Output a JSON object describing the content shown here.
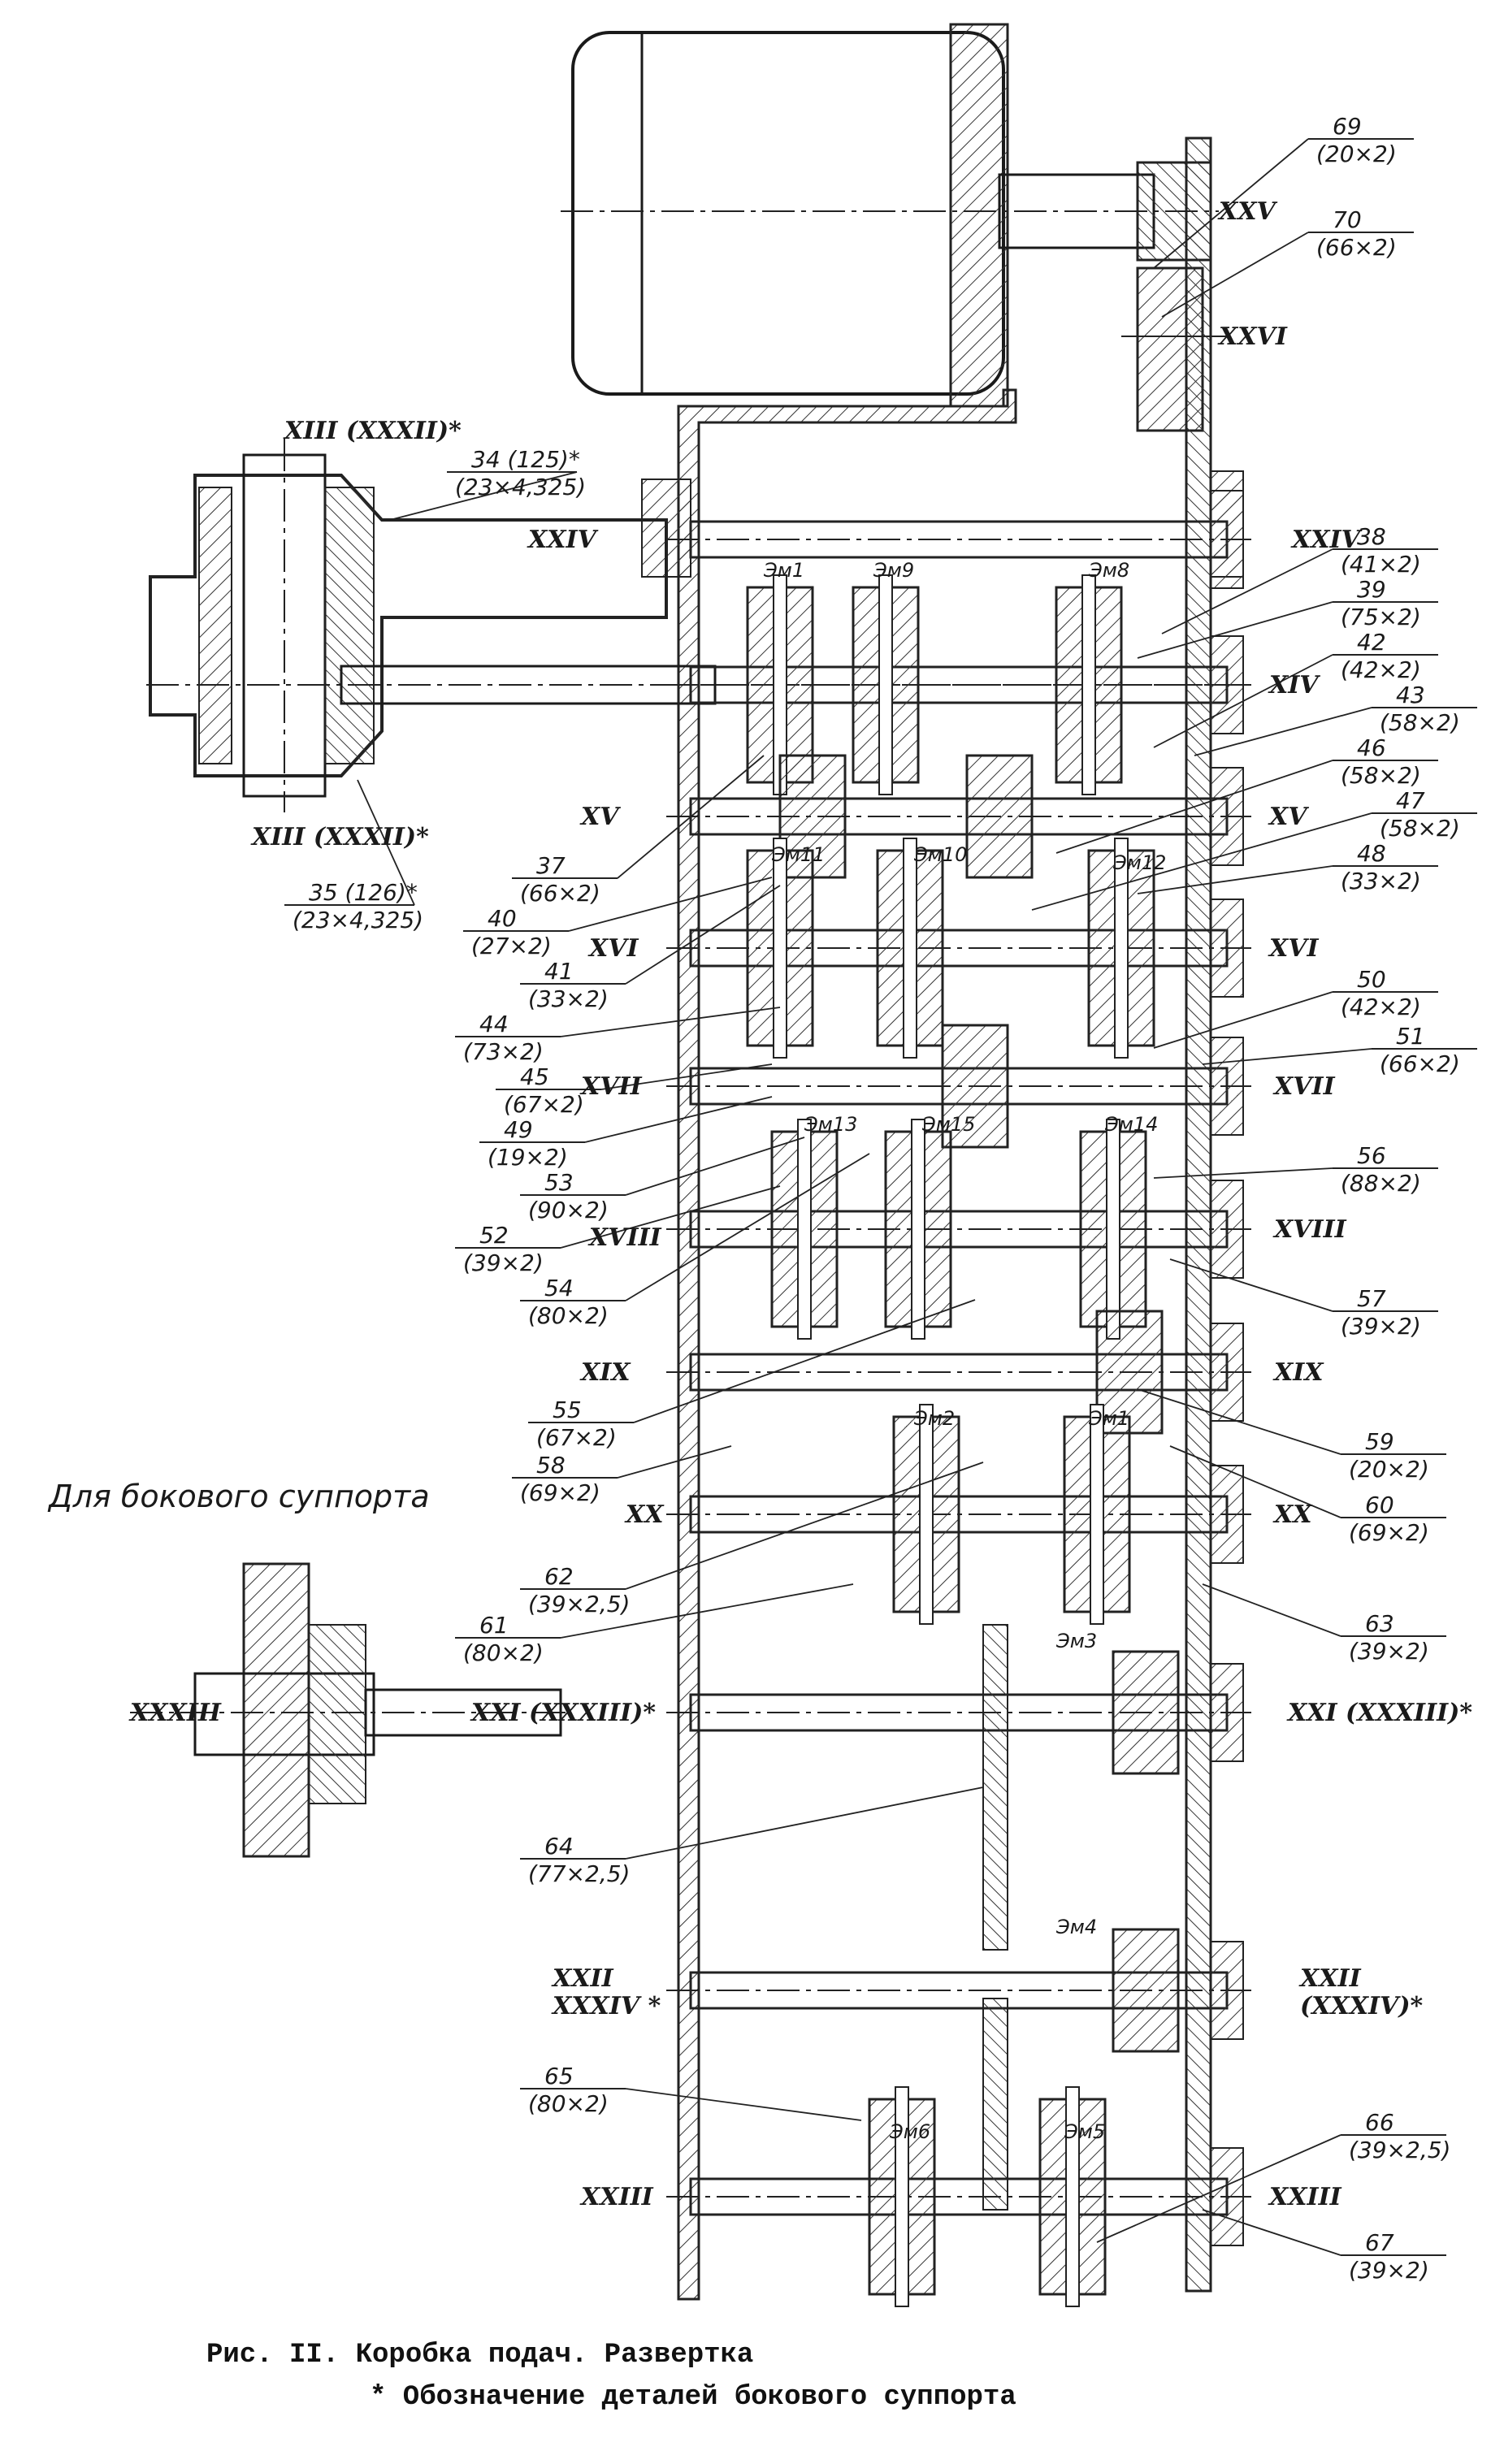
{
  "figure": {
    "caption_line1": "Рис. II. Коробка подач. Развертка",
    "caption_line2": "* Обозначение деталей бокового суппорта",
    "side_note": "Для бокового суппорта"
  },
  "callouts": [
    {
      "id": "69",
      "spec": "(20×2)"
    },
    {
      "id": "70",
      "spec": "(66×2)"
    },
    {
      "id": "38",
      "spec": "(41×2)"
    },
    {
      "id": "39",
      "spec": "(75×2)"
    },
    {
      "id": "42",
      "spec": "(42×2)"
    },
    {
      "id": "43",
      "spec": "(58×2)"
    },
    {
      "id": "46",
      "spec": "(58×2)"
    },
    {
      "id": "47",
      "spec": "(58×2)"
    },
    {
      "id": "48",
      "spec": "(33×2)"
    },
    {
      "id": "50",
      "spec": "(42×2)"
    },
    {
      "id": "51",
      "spec": "(66×2)"
    },
    {
      "id": "56",
      "spec": "(88×2)"
    },
    {
      "id": "57",
      "spec": "(39×2)"
    },
    {
      "id": "59",
      "spec": "(20×2)"
    },
    {
      "id": "60",
      "spec": "(69×2)"
    },
    {
      "id": "63",
      "spec": "(39×2)"
    },
    {
      "id": "66",
      "spec": "(39×2,5)"
    },
    {
      "id": "67",
      "spec": "(39×2)"
    },
    {
      "id": "34 (125)*",
      "spec": "(23×4,325)"
    },
    {
      "id": "35 (126)*",
      "spec": "(23×4,325)"
    },
    {
      "id": "37",
      "spec": "(66×2)"
    },
    {
      "id": "40",
      "spec": "(27×2)"
    },
    {
      "id": "41",
      "spec": "(33×2)"
    },
    {
      "id": "44",
      "spec": "(73×2)"
    },
    {
      "id": "45",
      "spec": "(67×2)"
    },
    {
      "id": "49",
      "spec": "(19×2)"
    },
    {
      "id": "53",
      "spec": "(90×2)"
    },
    {
      "id": "52",
      "spec": "(39×2)"
    },
    {
      "id": "54",
      "spec": "(80×2)"
    },
    {
      "id": "55",
      "spec": "(67×2)"
    },
    {
      "id": "58",
      "spec": "(69×2)"
    },
    {
      "id": "62",
      "spec": "(39×2,5)"
    },
    {
      "id": "61",
      "spec": "(80×2)"
    },
    {
      "id": "64",
      "spec": "(77×2,5)"
    },
    {
      "id": "65",
      "spec": "(80×2)"
    }
  ],
  "shaft_labels": [
    "XXV",
    "XXVI",
    "XXIV",
    "XXIV",
    "XIV",
    "XV",
    "XV",
    "XVI",
    "XVI",
    "XVII",
    "XVII",
    "XVIII",
    "XVIII",
    "XIX",
    "XIX",
    "XX",
    "XX",
    "XXXIII",
    "XXI (XXXIII)*",
    "XXI (XXXIII)*",
    "XXII / XXXIV *",
    "XXII / (XXXIV)*",
    "XXIII",
    "XXIII",
    "XIII (XXXII)*",
    "XIII (XXXII)*"
  ],
  "clutches": [
    "Эм1",
    "Эм9",
    "Эм8",
    "Эм11",
    "Эм10",
    "Эм12",
    "Эм13",
    "Эм15",
    "Эм14",
    "Эм2",
    "Эм1",
    "Эм3",
    "Эм4",
    "Эм6",
    "Эм5"
  ]
}
